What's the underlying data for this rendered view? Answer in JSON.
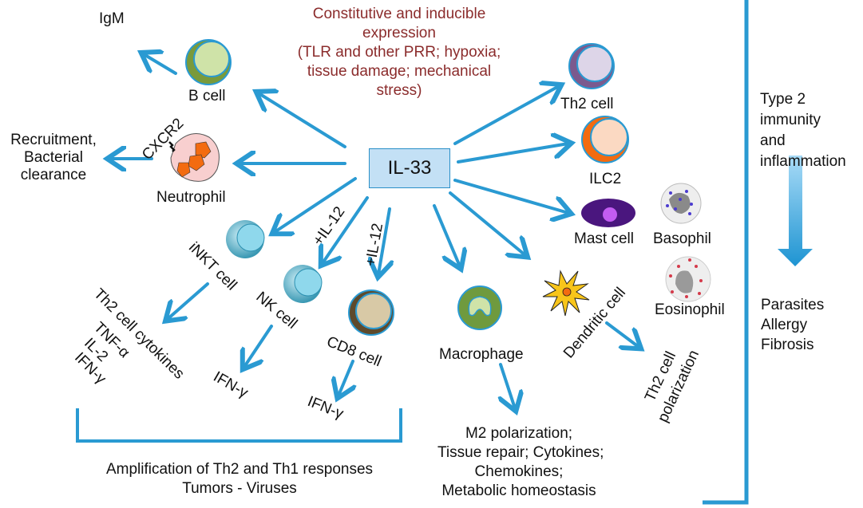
{
  "center": {
    "label": "IL-33"
  },
  "expression_note": [
    "Constitutive and inducible",
    "expression",
    "(TLR and other PRR; hypoxia;",
    "tissue damage; mechanical",
    "stress)"
  ],
  "cells": {
    "b_cell": {
      "label": "B cell",
      "output": "IgM"
    },
    "neutrophil": {
      "label": "Neutrophil",
      "receptor": "CXCR2",
      "output": [
        "Recruitment,",
        "Bacterial",
        "clearance"
      ]
    },
    "inkt_cell": {
      "label": "iNKT cell",
      "output": [
        "Th2 cell cytokines",
        "TNF-α",
        "IL-2",
        "IFN-γ"
      ]
    },
    "nk_cell": {
      "label": "NK cell",
      "condition": "+IL-12",
      "output": "IFN-γ"
    },
    "cd8_cell": {
      "label": "CD8 cell",
      "condition": "+IL-12",
      "output": "IFN-γ"
    },
    "macrophage": {
      "label": "Macrophage",
      "output": [
        "M2 polarization;",
        "Tissue repair; Cytokines;",
        "Chemokines;",
        "Metabolic homeostasis"
      ]
    },
    "dendritic_cell": {
      "label": "Dendritic cell",
      "output": [
        "Th2 cell",
        "polarization"
      ]
    },
    "th2_cell": {
      "label": "Th2 cell"
    },
    "ilc2": {
      "label": "ILC2"
    },
    "mast_cell": {
      "label": "Mast cell"
    },
    "basophil": {
      "label": "Basophil"
    },
    "eosinophil": {
      "label": "Eosinophil"
    }
  },
  "bottom_bracket": {
    "lines": [
      "Amplification of Th2 and Th1 responses",
      "Tumors - Viruses"
    ]
  },
  "right_panel": {
    "top": [
      "Type 2",
      "immunity",
      "and",
      "inflammation"
    ],
    "bottom": [
      "Parasites",
      "Allergy",
      "Fibrosis"
    ]
  },
  "colors": {
    "arrow": "#2a9ad2",
    "note": "#8b2c2c",
    "box_fill": "#c3e0f5"
  }
}
